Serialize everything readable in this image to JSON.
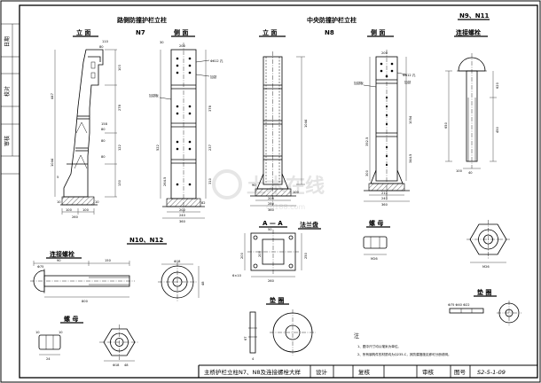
{
  "side_tabs": [
    "日期",
    "校对",
    "审核"
  ],
  "section_titles": {
    "n7": "路侧防撞护栏立柱",
    "n8": "中央防撞护栏立柱",
    "n9_n11": "N9、N11",
    "n10_n12": "N10、N12"
  },
  "view_labels": {
    "n7_elevation": "立 面",
    "n7_code": "N7",
    "n7_side": "侧 面",
    "n8_elevation": "立 面",
    "n8_code": "N8",
    "n8_side": "侧 面",
    "connect_bolt_a": "连接螺栓",
    "connect_bolt_b": "连接螺栓",
    "section_aa": "A — A",
    "flange": "法兰盘",
    "nut_a": "螺 母",
    "nut_b": "螺 母",
    "washer_a": "垫 圈",
    "washer_b": "垫 圈"
  },
  "callouts": {
    "stiffener_a": "加劲板",
    "stiffener_b": "加劲板",
    "bolt_hole_a": "Φ612 孔",
    "bolt_hole_b": "Φ612 孔",
    "bolt_callout_a": "加劲",
    "bolt_callout_b": "加劲",
    "hole_6x10": "6×10",
    "washer_sizes": "Φ75  Φ40  Φ22"
  },
  "dimensions": {
    "n7_front": [
      "110",
      "80",
      "447",
      "103",
      "278",
      "158",
      "80",
      "122",
      "1044",
      "80",
      "80",
      "5",
      "130",
      "10",
      "260",
      "100",
      "10",
      "100"
    ],
    "n7_side": [
      "30",
      "200",
      "378",
      "237",
      "264.5",
      "522",
      "310",
      "82",
      "200",
      "240",
      "360"
    ],
    "n8_front": [
      "1044",
      "90",
      "200",
      "280",
      "360",
      "100"
    ],
    "n8_side": [
      "200",
      "1054",
      "392.5",
      "344.5",
      "300",
      "210",
      "240",
      "360"
    ],
    "n9_bolt": [
      "650",
      "450",
      "620",
      "100",
      "40"
    ],
    "nut_top": [
      "M26"
    ],
    "nut_right": [
      "M26"
    ],
    "aa": [
      "50",
      "200",
      "260",
      "250",
      "200"
    ],
    "bolt_left": [
      "Φ75",
      "90",
      "150",
      "800"
    ],
    "bolt_disc": [
      "Φ18",
      "48"
    ],
    "nut_left": [
      "10",
      "24",
      "10"
    ],
    "nut_bottom": [
      "Φ18",
      "48"
    ],
    "washer_left": [
      "67",
      "4"
    ]
  },
  "notes": {
    "heading": "注",
    "items": [
      "1、图中尺寸均以毫米为单位。",
      "2、所有钢构件的材质均为Q235-C，其防腐措施见即可分册说明。"
    ]
  },
  "title_block": {
    "drawing_title": "主桥护栏立柱N7、N8及连接螺栓大样",
    "design": "设计",
    "check": "复核",
    "review": "审核",
    "drawing_no_label": "图号",
    "drawing_no": "S2-5-1-09"
  },
  "watermark": {
    "brand": "土木在线",
    "url": "co188.com"
  }
}
